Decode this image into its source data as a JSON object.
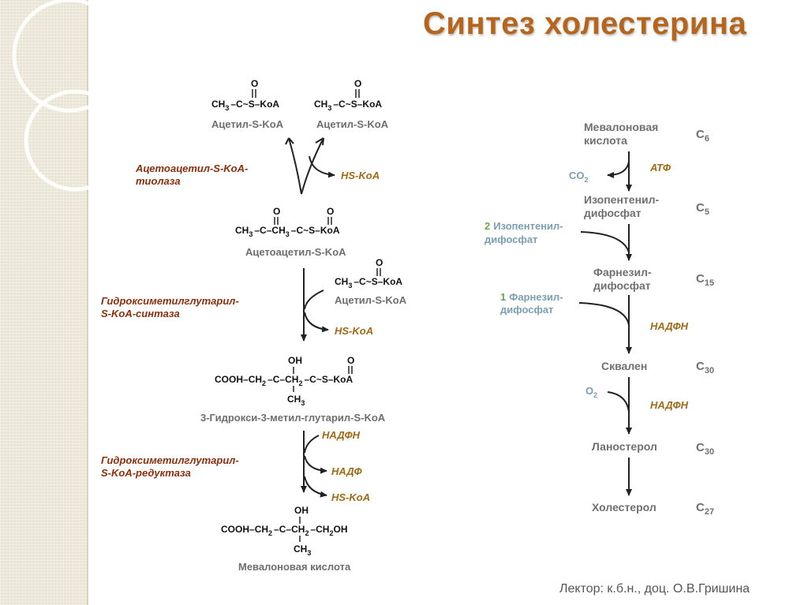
{
  "title": "Синтез холестерина",
  "footer": "Лектор: к.б.н., доц. О.В.Гришина",
  "colors": {
    "title": "#b5651d",
    "enzyme": "#8b2e0c",
    "cofactor": "#a06a14",
    "name": "#6e6e6e",
    "side_input": "#7a9fb0",
    "count": "#6aa84f",
    "band": "#e9e4d3"
  },
  "left": {
    "formula_parts": {
      "ch3": "CH",
      "sub3": "3",
      "c": "C",
      "o": "O",
      "skoa": "S–KoA",
      "cooh": "COOH",
      "ch2": "CH",
      "sub2": "2",
      "oh": "OH",
      "ch2oh_main": "CH",
      "ch2oh_tail": "OH"
    },
    "names": {
      "acetyl1": "Ацетил-S-KoA",
      "acetyl2": "Ацетил-S-KoA",
      "acetoacetyl": "Ацетоацетил-S-KoA",
      "acetyl3": "Ацетил-S-KoA",
      "hmg": "3-Гидрокси-3-метил-глутарил-S-KoA",
      "mevalonate": "Мевалоновая кислота"
    },
    "enzymes": {
      "thiolase": [
        "Ацетоацетил-S-KoA-",
        "тиолаза"
      ],
      "synthase": [
        "Гидроксиметилглутарил-",
        "S-KoA-синтаза"
      ],
      "reductase": [
        "Гидроксиметилглутарил-",
        "S-KoA-редуктаза"
      ]
    },
    "cofactors": {
      "hskoa1": "HS-KoA",
      "hskoa2": "HS-KoA",
      "nadph": "НАДФН",
      "nadp": "НАДФ",
      "hskoa3": "HS-KoA"
    }
  },
  "right": {
    "steps": [
      {
        "lines": [
          "Мевалоновая",
          "кислота"
        ],
        "carbon": "C",
        "sub": "6"
      },
      {
        "lines": [
          "Изопентенил-",
          "дифосфат"
        ],
        "carbon": "C",
        "sub": "5"
      },
      {
        "lines": [
          "Фарнезил-",
          "дифосфат"
        ],
        "carbon": "C",
        "sub": "15"
      },
      {
        "lines": [
          "Сквален"
        ],
        "carbon": "C",
        "sub": "30"
      },
      {
        "lines": [
          "Ланостерол"
        ],
        "carbon": "C",
        "sub": "30"
      },
      {
        "lines": [
          "Холестерол"
        ],
        "carbon": "C",
        "sub": "27"
      }
    ],
    "co2": {
      "main": "CO",
      "sub": "2"
    },
    "atf": "АТФ",
    "iso_input": {
      "count": "2",
      "lines": [
        "Изопентенил-",
        "дифосфат"
      ]
    },
    "farn_input": {
      "count": "1",
      "lines": [
        "Фарнезил-",
        "дифосфат"
      ]
    },
    "nadph1": "НАДФН",
    "o2": {
      "main": "O",
      "sub": "2"
    },
    "nadph2": "НАДФН"
  }
}
